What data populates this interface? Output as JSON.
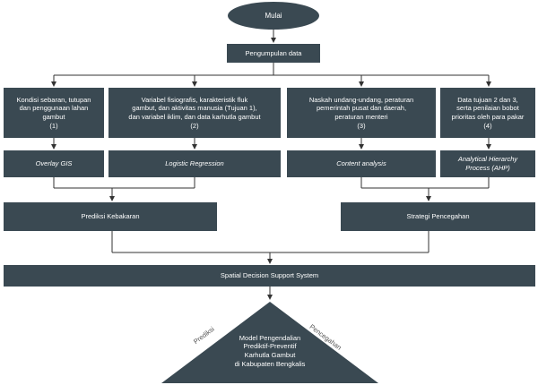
{
  "start": "Mulai",
  "collect": "Pengumpulan data",
  "inputs": [
    "Kondisi sebaran, tutupan\ndan penggunaan lahan\ngambut\n(1)",
    "Variabel fisiografis, karakteristik fluk\ngambut, dan aktivitas manusia (Tujuan 1),\ndan variabel iklim, dan data karhutla gambut\n(2)",
    "Naskah undang-undang, peraturan\npemerintah pusat dan daerah,\nperaturan menteri\n(3)",
    "Data tujuan 2 dan 3,\nserta penilaian bobot\nprioritas oleh para pakar\n(4)"
  ],
  "methods": [
    "Overlay GIS",
    "Logistic Regression",
    "Content analysis",
    "Analytical Hierarchy\nProcess (AHP)"
  ],
  "outputs": [
    "Prediksi Kebakaran",
    "Strategi Pencegahan"
  ],
  "sdss": "Spatial Decision Support System",
  "model": "Model Pengendalian\nPrediktif-Preventif\nKarhutla Gambut\ndi Kabupaten Bengkalis",
  "side_left": "Prediksi",
  "side_right": "Pencegahan",
  "colors": {
    "box": "#3a4952",
    "line": "#333333"
  }
}
